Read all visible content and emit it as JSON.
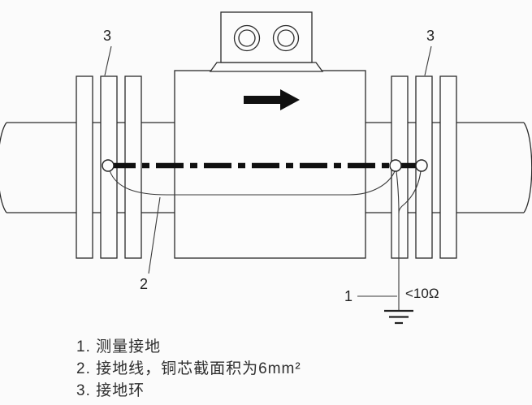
{
  "diagram": {
    "callouts": {
      "ring_left": "3",
      "ring_right": "3",
      "wire": "2",
      "ground_point": "1",
      "resistance": "<10Ω"
    },
    "legend": [
      "1. 测量接地",
      "2. 接地线，铜芯截面积为6mm²",
      "3. 接地环"
    ],
    "colors": {
      "line": "#2a2a2a",
      "centerline": "#101010",
      "background": "#fbfbfb",
      "fill": "#fcfcfc"
    }
  }
}
